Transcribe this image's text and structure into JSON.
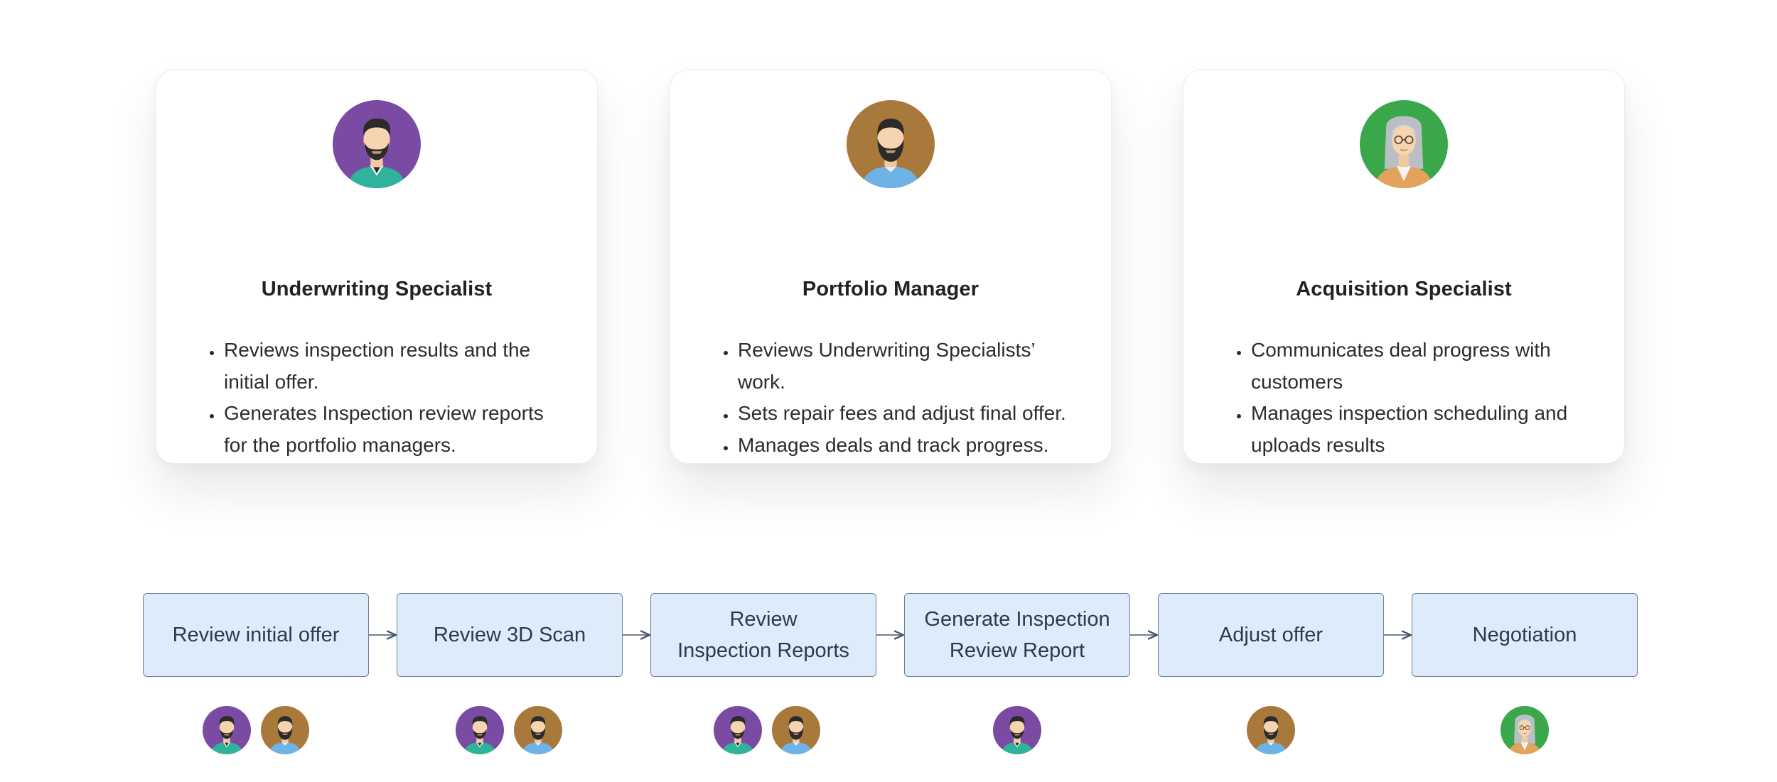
{
  "colors": {
    "purple": "#7b4aa3",
    "brown": "#a8793a",
    "green": "#3aa84a",
    "step_fill": "#deebfb",
    "step_border": "#6b7f95",
    "step_text": "#2b3a52"
  },
  "roles": [
    {
      "avatar_icon": "man-beard-teal-shirt-avatar-icon",
      "title": "Underwriting Specialist",
      "bullets": [
        "Reviews inspection results and the initial offer.",
        "Generates Inspection review reports for the portfolio managers."
      ]
    },
    {
      "avatar_icon": "man-full-beard-blue-shirt-avatar-icon",
      "title": "Portfolio Manager",
      "bullets": [
        "Reviews Underwriting Specialists’ work.",
        "Sets repair fees and adjust final offer.",
        "Manages deals and track progress."
      ]
    },
    {
      "avatar_icon": "woman-gray-hair-glasses-avatar-icon",
      "title": "Acquisition Specialist",
      "bullets": [
        "Communicates deal progress with customers",
        "Manages inspection scheduling and uploads results"
      ]
    }
  ],
  "steps": [
    {
      "label": "Review initial offer",
      "roles": [
        "Underwriting Specialist",
        "Portfolio Manager"
      ]
    },
    {
      "label": "Review 3D Scan",
      "roles": [
        "Underwriting Specialist",
        "Portfolio Manager"
      ]
    },
    {
      "label": "Review\nInspection Reports",
      "roles": [
        "Underwriting Specialist",
        "Portfolio Manager"
      ]
    },
    {
      "label": "Generate Inspection\nReview Report",
      "roles": [
        "Underwriting Specialist"
      ]
    },
    {
      "label": "Adjust offer",
      "roles": [
        "Portfolio Manager"
      ]
    },
    {
      "label": "Negotiation",
      "roles": [
        "Acquisition Specialist"
      ]
    }
  ]
}
